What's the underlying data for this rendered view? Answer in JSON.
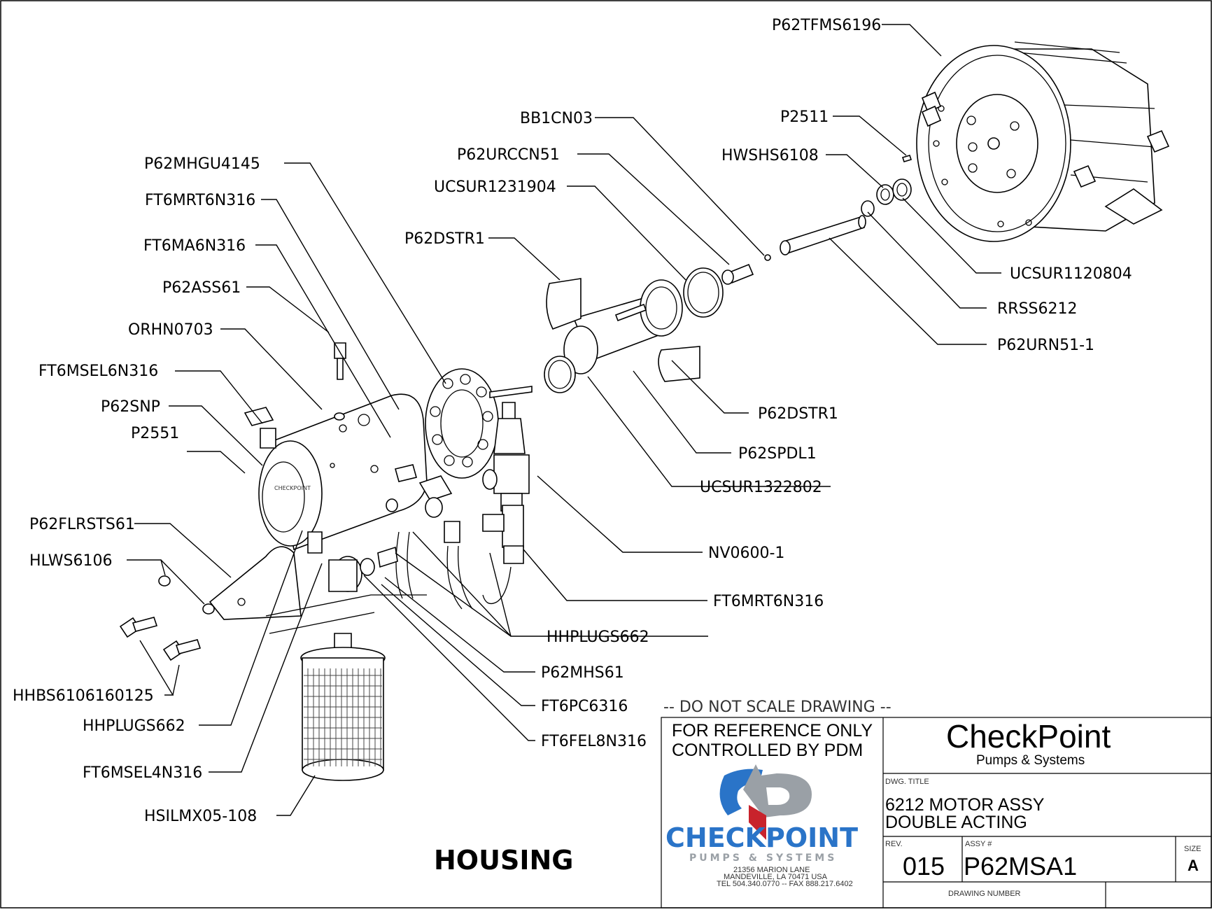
{
  "drawing": {
    "section_title": "HOUSING",
    "note": "-- DO  NOT  SCALE  DRAWING --"
  },
  "labels": {
    "p62tfms6196": "P62TFMS6196",
    "p2511": "P2511",
    "bb1cn03": "BB1CN03",
    "p62urccn51": "P62URCCN51",
    "hwshs6108": "HWSHS6108",
    "ucsur1231904": "UCSUR1231904",
    "p62mhgu4145": "P62MHGU4145",
    "ft6mrt6n316_top": "FT6MRT6N316",
    "p62dstr1_top": "P62DSTR1",
    "ft6ma6n316": "FT6MA6N316",
    "ucsur1120804": "UCSUR1120804",
    "p62ass61": "P62ASS61",
    "rrss6212": "RRSS6212",
    "orhn0703": "ORHN0703",
    "p62urn51_1": "P62URN51-1",
    "ft6msel6n316": "FT6MSEL6N316",
    "p62snp": "P62SNP",
    "p62dstr1_right": "P62DSTR1",
    "p2551": "P2551",
    "p62spdl1": "P62SPDL1",
    "ucsur1322802": "UCSUR1322802",
    "p62flrsts61": "P62FLRSTS61",
    "nv0600_1": "NV0600-1",
    "hlws6106": "HLWS6106",
    "ft6mrt6n316_bottom": "FT6MRT6N316",
    "hhplugs662_right": "HHPLUGS662",
    "p62mhs61": "P62MHS61",
    "hhbs6106160125": "HHBS6106160125",
    "ft6pc6316": "FT6PC6316",
    "hhplugs662_left": "HHPLUGS662",
    "ft6fel8n316": "FT6FEL8N316",
    "ft6msel4n316": "FT6MSEL4N316",
    "hsilmx05_108": "HSILMX05-108"
  },
  "title_block": {
    "reference_line1": "FOR REFERENCE ONLY",
    "reference_line2": "CONTROLLED BY PDM",
    "company_name": "CheckPoint",
    "company_sub": "Pumps & Systems",
    "logo_text": "CHECKPOINT",
    "logo_sub": "PUMPS & SYSTEMS",
    "address1": "21356 MARION LANE",
    "address2": "MANDEVILLE,  LA   70471    USA",
    "address3": "TEL 504.340.0770 -- FAX 888.217.6402",
    "dwg_title_label": "DWG.  TITLE",
    "dwg_title_line1": "6212 MOTOR ASSY",
    "dwg_title_line2": "DOUBLE ACTING",
    "rev_label": "REV.",
    "rev_value": "015",
    "assy_label": "ASSY #",
    "assy_value": "P62MSA1",
    "size_label": "SIZE",
    "size_value": "A",
    "drawing_number_label": "DRAWING NUMBER"
  },
  "colors": {
    "logo_blue": "#2a74c8",
    "logo_red": "#c8232c",
    "logo_gray": "#9aa0a6",
    "company_gray": "#777777"
  }
}
